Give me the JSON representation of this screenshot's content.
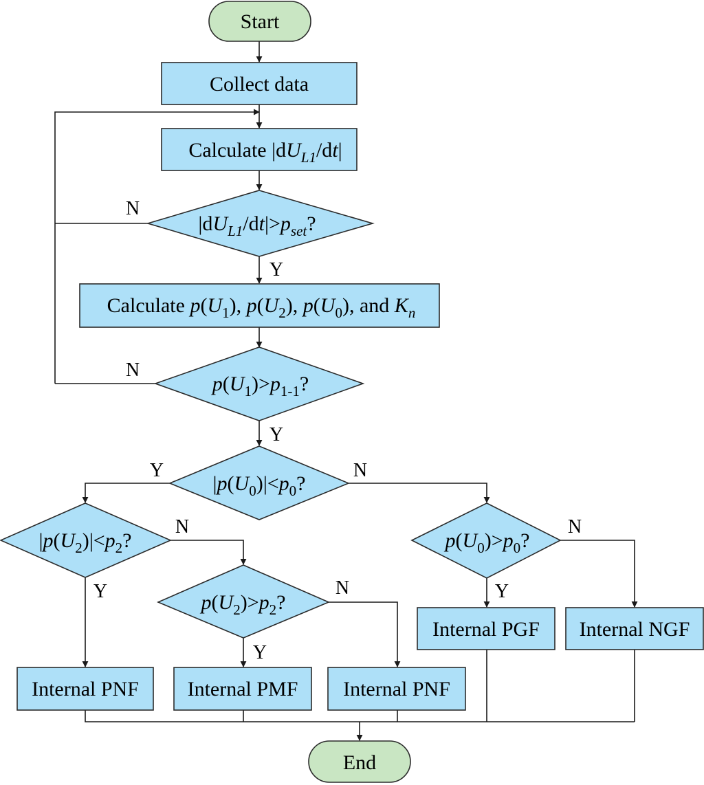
{
  "nodes": {
    "start": "Start",
    "collect": "Collect data",
    "calc1": {
      "pre": "Calculate |d",
      "U": "U",
      "sub": "L1",
      "mid": "/d",
      "t": "t",
      "post": "|"
    },
    "dec1": {
      "pre": "|d",
      "U": "U",
      "sub": "L1",
      "mid": "/d",
      "t": "t",
      "gt": "|>",
      "p": "p",
      "psub": "set",
      "q": "?"
    },
    "calc2": {
      "pre": "Calculate ",
      "p": "p",
      "U": "U",
      "s1": "1",
      "s2": "2",
      "s0": "0",
      "and": ", and ",
      "K": "K",
      "ksub": "n"
    },
    "dec2": {
      "p": "p",
      "U": "U",
      "usub": "1",
      "gt": ">",
      "p2": "p",
      "psub": "1-1",
      "q": "?"
    },
    "dec3": {
      "pre": "|",
      "p": "p",
      "U": "U",
      "usub": "0",
      "lt": "|<",
      "p2": "p",
      "psub": "0",
      "q": "?"
    },
    "dec4": {
      "pre": "|",
      "p": "p",
      "U": "U",
      "usub": "2",
      "lt": "|<",
      "p2": "p",
      "psub": "2",
      "q": "?"
    },
    "dec5": {
      "p": "p",
      "U": "U",
      "usub": "2",
      "gt": ">",
      "p2": "p",
      "psub": "2",
      "q": "?"
    },
    "dec6": {
      "p": "p",
      "U": "U",
      "usub": "0",
      "gt": ">",
      "p2": "p",
      "psub": "0",
      "q": "?"
    },
    "pnf_left": "Internal PNF",
    "pmf": "Internal PMF",
    "pnf_right": "Internal PNF",
    "pgf": "Internal PGF",
    "ngf": "Internal NGF",
    "end": "End"
  },
  "edge_labels": {
    "yes": "Y",
    "no": "N"
  }
}
